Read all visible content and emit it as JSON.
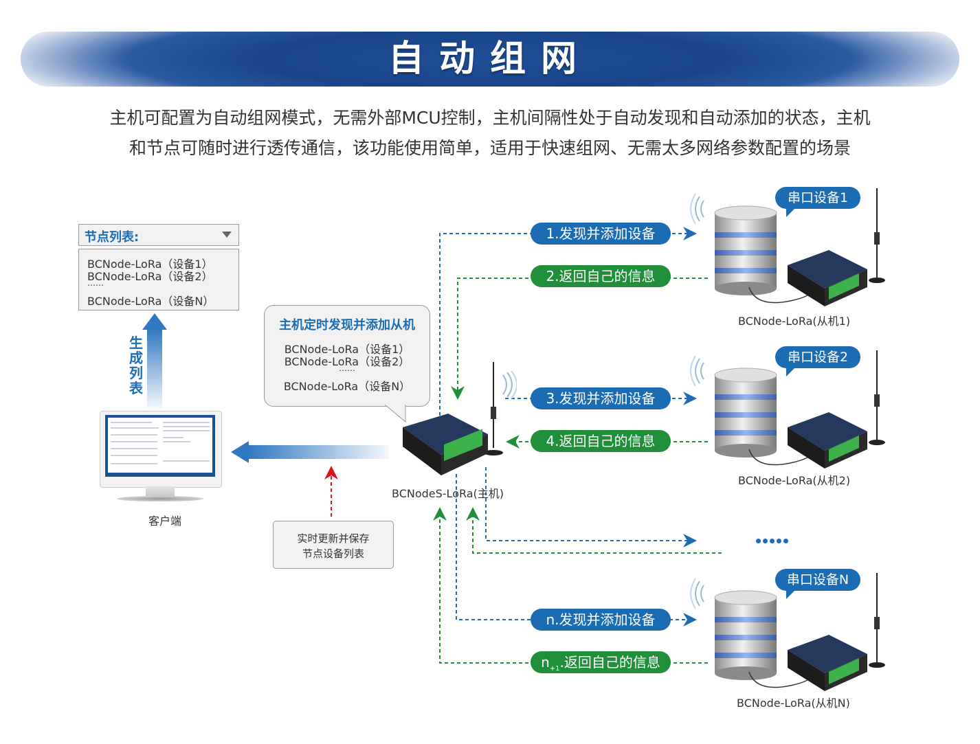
{
  "banner": {
    "title": "自动组网"
  },
  "intro": {
    "line1": "主机可配置为自动组网模式，无需外部MCU控制，主机间隔性处于自动发现和自动添加的状态，主机",
    "line2": "和节点可随时进行透传通信，该功能使用简单，适用于快速组网、无需太多网络参数配置的场景"
  },
  "node_list": {
    "title": "节点列表:",
    "items": [
      "BCNode-LoRa（设备1）",
      "BCNode-LoRa（设备2）",
      "……",
      "BCNode-LoRa（设备N）"
    ]
  },
  "generate_label": "生成列表",
  "client": {
    "label": "客户端"
  },
  "callout": {
    "title": "主机定时发现并添加从机",
    "items": [
      "BCNode-LoRa（设备1）",
      "BCNode-LoRa（设备2）",
      "……",
      "BCNode-LoRa（设备N）"
    ]
  },
  "save_box": {
    "line1": "实时更新并保存",
    "line2": "节点设备列表"
  },
  "master": {
    "label": "BCNodeS-LoRa(主机)"
  },
  "steps": [
    {
      "label": "1.发现并添加设备",
      "color": "#1c6cb4"
    },
    {
      "label": "2.返回自己的信息",
      "color": "#1f8f3a"
    },
    {
      "label": "3.发现并添加设备",
      "color": "#1c6cb4"
    },
    {
      "label": "4.返回自己的信息",
      "color": "#1f8f3a"
    },
    {
      "label": "n.发现并添加设备",
      "color": "#1c6cb4"
    },
    {
      "label_main": "n",
      "label_sub": "+1",
      "label_rest": ".返回自己的信息",
      "color": "#1f8f3a"
    }
  ],
  "slaves": [
    {
      "tag": "串口设备1",
      "label": "BCNode-LoRa(从机1)"
    },
    {
      "tag": "串口设备2",
      "label": "BCNode-LoRa(从机2)"
    },
    {
      "tag": "串口设备N",
      "label": "BCNode-LoRa(从机N)"
    }
  ],
  "colors": {
    "brand_blue": "#1c6cb4",
    "green": "#1f8f3a",
    "red": "#e0101a"
  }
}
